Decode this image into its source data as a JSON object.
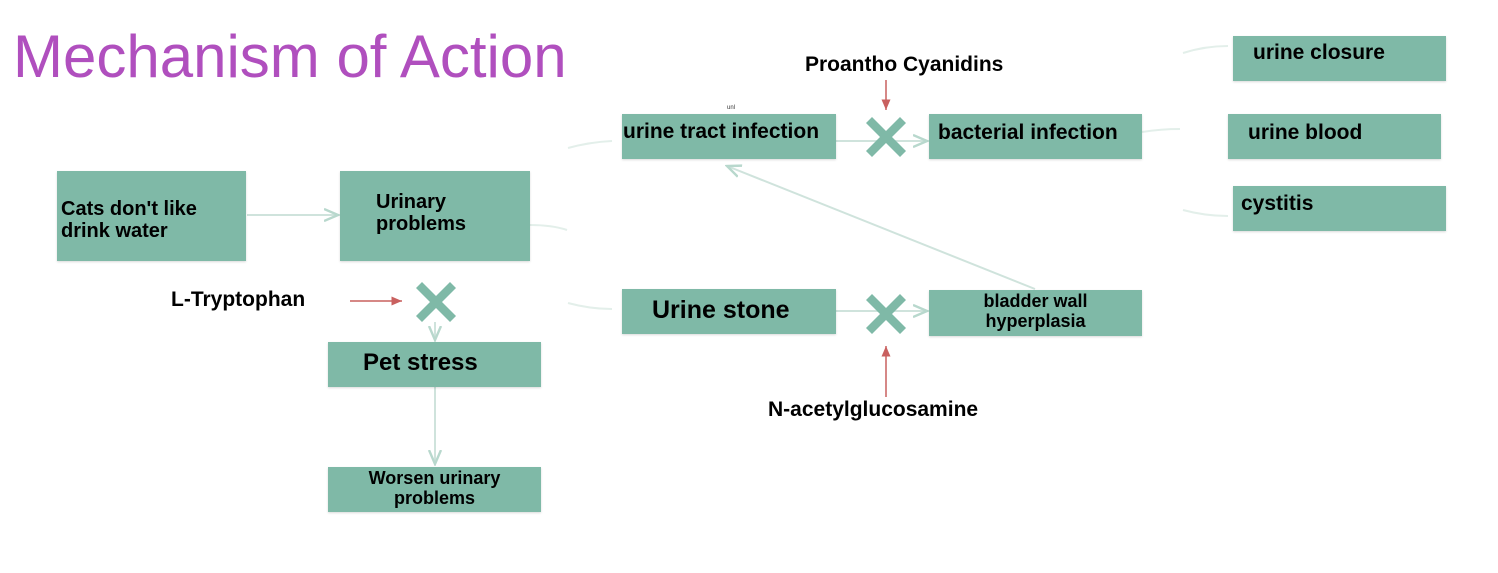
{
  "title": "Mechanism of Action",
  "colors": {
    "title": "#b04fbe",
    "box": "#7fb9a7",
    "cross": "#7fb9a7",
    "inhibitor_arrow": "#c9605f",
    "connector": "#cfe3dc"
  },
  "nodes": {
    "cats_dont_drink": "Cats don't like drink water",
    "urinary_problems": "Urinary problems",
    "pet_stress": "Pet stress",
    "worsen_urinary": "Worsen urinary problems",
    "urine_tract_infection": "urine tract infection",
    "bacterial_infection": "bacterial infection",
    "urine_stone": "Urine stone",
    "bladder_wall": "bladder wall hyperplasia",
    "urine_closure": "urine closure",
    "urine_blood": "urine blood",
    "cystitis": "cystitis"
  },
  "inhibitors": {
    "l_tryptophan": "L-Tryptophan",
    "proantho": "Proantho Cyanidins",
    "nag": "N-acetylglucosamine"
  },
  "tiny_mark": "unl",
  "icons": {
    "inhibit": "x-cross-icon"
  }
}
